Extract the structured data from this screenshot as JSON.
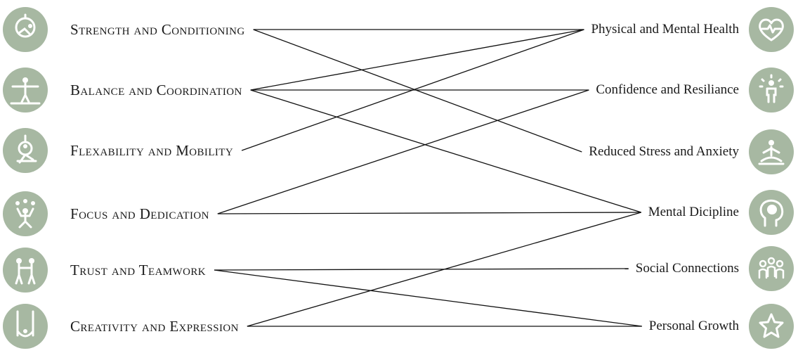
{
  "skills": [
    {
      "label": "Strength and Conditioning",
      "icon": "aerial-hoop-icon"
    },
    {
      "label": "Balance and Coordination",
      "icon": "tightrope-walker-icon"
    },
    {
      "label": "Flexability and Mobility",
      "icon": "aerial-ring-icon"
    },
    {
      "label": "Focus and Dedication",
      "icon": "juggler-icon"
    },
    {
      "label": "Trust and Teamwork",
      "icon": "partner-acrobatics-icon"
    },
    {
      "label": "Creativity and Expression",
      "icon": "aerial-silks-icon"
    }
  ],
  "benefits": [
    {
      "label": "Physical and Mental Health",
      "icon": "heart-pulse-icon"
    },
    {
      "label": "Confidence and Resiliance",
      "icon": "person-spark-icon"
    },
    {
      "label": "Reduced Stress and Anxiety",
      "icon": "meditation-icon"
    },
    {
      "label": "Mental Dicipline",
      "icon": "brain-head-icon"
    },
    {
      "label": "Social Connections",
      "icon": "group-icon"
    },
    {
      "label": "Personal Growth",
      "icon": "star-icon"
    }
  ],
  "links": [
    [
      0,
      0
    ],
    [
      0,
      2
    ],
    [
      1,
      0
    ],
    [
      1,
      1
    ],
    [
      1,
      3
    ],
    [
      2,
      0
    ],
    [
      3,
      1
    ],
    [
      3,
      3
    ],
    [
      4,
      4
    ],
    [
      4,
      5
    ],
    [
      5,
      3
    ],
    [
      5,
      5
    ]
  ],
  "colors": {
    "icon_bg": "#a7b8a2",
    "icon_fg": "#ffffff",
    "line": "#111111"
  }
}
